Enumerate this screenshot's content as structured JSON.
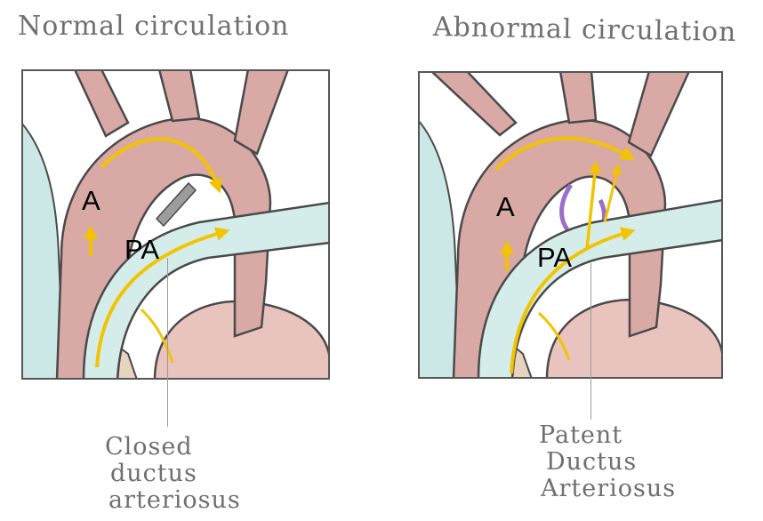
{
  "titles": {
    "left": "Normal circulation",
    "right": "Abnormal circulation"
  },
  "panels": {
    "left": {
      "vessel_label_a": "A",
      "vessel_label_pa": "PA"
    },
    "right": {
      "vessel_label_a": "A",
      "vessel_label_pa": "PA"
    }
  },
  "captions": {
    "left": [
      "Closed",
      "ductus",
      "arteriosus"
    ],
    "right": [
      "Patent",
      "Ductus",
      "Arteriosus"
    ]
  },
  "colors": {
    "aorta": "#d9a9a6",
    "pulmonary_artery": "#d4ecea",
    "flow_arrow": "#f2c400",
    "closed_ductus": "#9c9c9c",
    "patent_ductus": "#9b6fc7",
    "vena_cava": "#cce8e6",
    "outline": "#4a4a4a"
  },
  "icons": {
    "flow": "arrow-icon"
  }
}
